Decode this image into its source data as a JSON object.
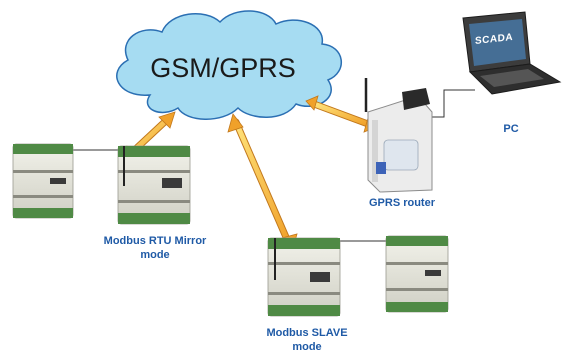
{
  "network": {
    "label": "GSM/GPRS"
  },
  "router": {
    "label": "GPRS router"
  },
  "pc": {
    "label": "PC",
    "screen_text": "SCADA"
  },
  "modes": {
    "rtu_mirror": {
      "line1": "Modbus RTU Mirror",
      "line2": "mode"
    },
    "slave": {
      "line1": "Modbus SLAVE",
      "line2": "mode"
    }
  },
  "colors": {
    "cloud_fill": "#a6dcf2",
    "cloud_stroke": "#2b6fb3",
    "arrow_fill": "#f3b53a",
    "arrow_stroke": "#c2781c",
    "label_color": "#1f5aa6"
  }
}
